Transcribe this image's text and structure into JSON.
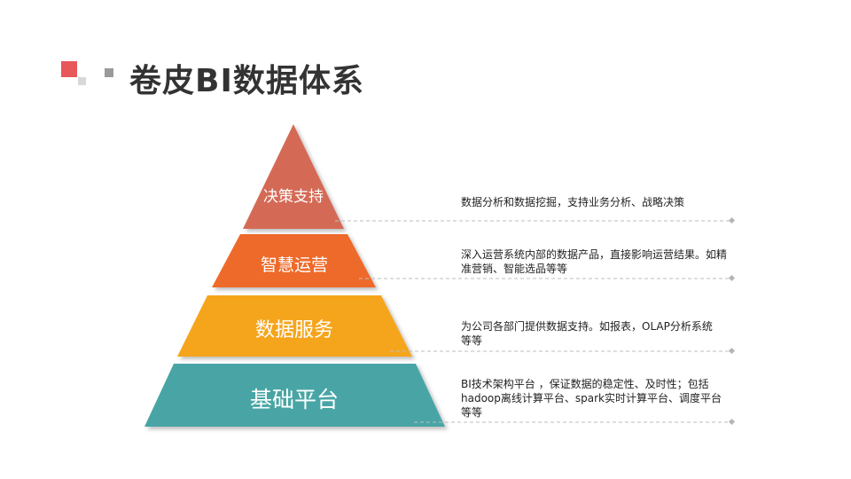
{
  "slide": {
    "title": "卷皮BI数据体系",
    "colors": {
      "accent_red": "#e8585b",
      "tier1": "#d46a57",
      "tier2": "#ee6a2a",
      "tier3": "#f5a51d",
      "tier4": "#4aa5a5",
      "divider": "#bdbdbd"
    },
    "tiers": [
      {
        "label": "决策支持",
        "description": "数据分析和数据挖掘，支持业务分析、战略决策"
      },
      {
        "label": "智慧运营",
        "description": "深入运营系统内部的数据产品，直接影响运营结果。如精准营销、智能选品等等"
      },
      {
        "label": "数据服务",
        "description": "为公司各部门提供数据支持。如报表，OLAP分析系统等等"
      },
      {
        "label": "基础平台",
        "description": "BI技术架构平台 ，保证数据的稳定性、及时性；包括hadoop离线计算平台、spark实时计算平台、调度平台等等"
      }
    ]
  }
}
